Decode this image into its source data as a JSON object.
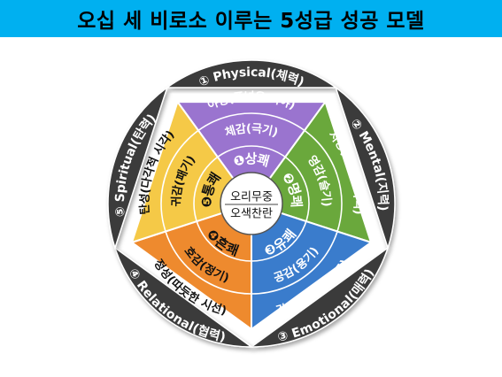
{
  "title": "오십 세 비로소 이루는 5성급 성공 모델",
  "center": {
    "line1": "오리무중",
    "line2": "오색찬란"
  },
  "segments": [
    {
      "id": "physical",
      "outer_label": "① Physical(체력)",
      "mid_label": "야성(폭넓은 시야)",
      "inner_label": "체감(극기)",
      "core_label": "❶상쾌",
      "color": "#9a74cf"
    },
    {
      "id": "mental",
      "outer_label": "② Mental(지력)",
      "mid_label": "지성(명료한 사력)",
      "inner_label": "영감(슬기)",
      "core_label": "❷명쾌",
      "color": "#6aa83c"
    },
    {
      "id": "emotional",
      "outer_label": "③ Emotional(매력)",
      "mid_label": "감성(유쾌한 사고)",
      "inner_label": "공감(용기)",
      "core_label": "❸유쾌",
      "color": "#3a7ccc"
    },
    {
      "id": "relational",
      "outer_label": "④ Relational(협력)",
      "mid_label": "정성(따듯한 시선)",
      "inner_label": "호감(정기)",
      "core_label": "❹흔쾌",
      "color": "#ee8a2e"
    },
    {
      "id": "spiritual",
      "outer_label": "⑤ Spiritual(탄력)",
      "mid_label": "탄성(다각적 시각)",
      "inner_label": "귀감(패기)",
      "core_label": "❺통쾌",
      "color": "#f5c947"
    }
  ],
  "colors": {
    "title_bg": "#00b0f0",
    "petal": "#3a3a3a",
    "petal_text": "#ffffff",
    "ring_line": "#ffffff",
    "segment_text_light": "#ffffff",
    "segment_text_dark": "#111111"
  }
}
